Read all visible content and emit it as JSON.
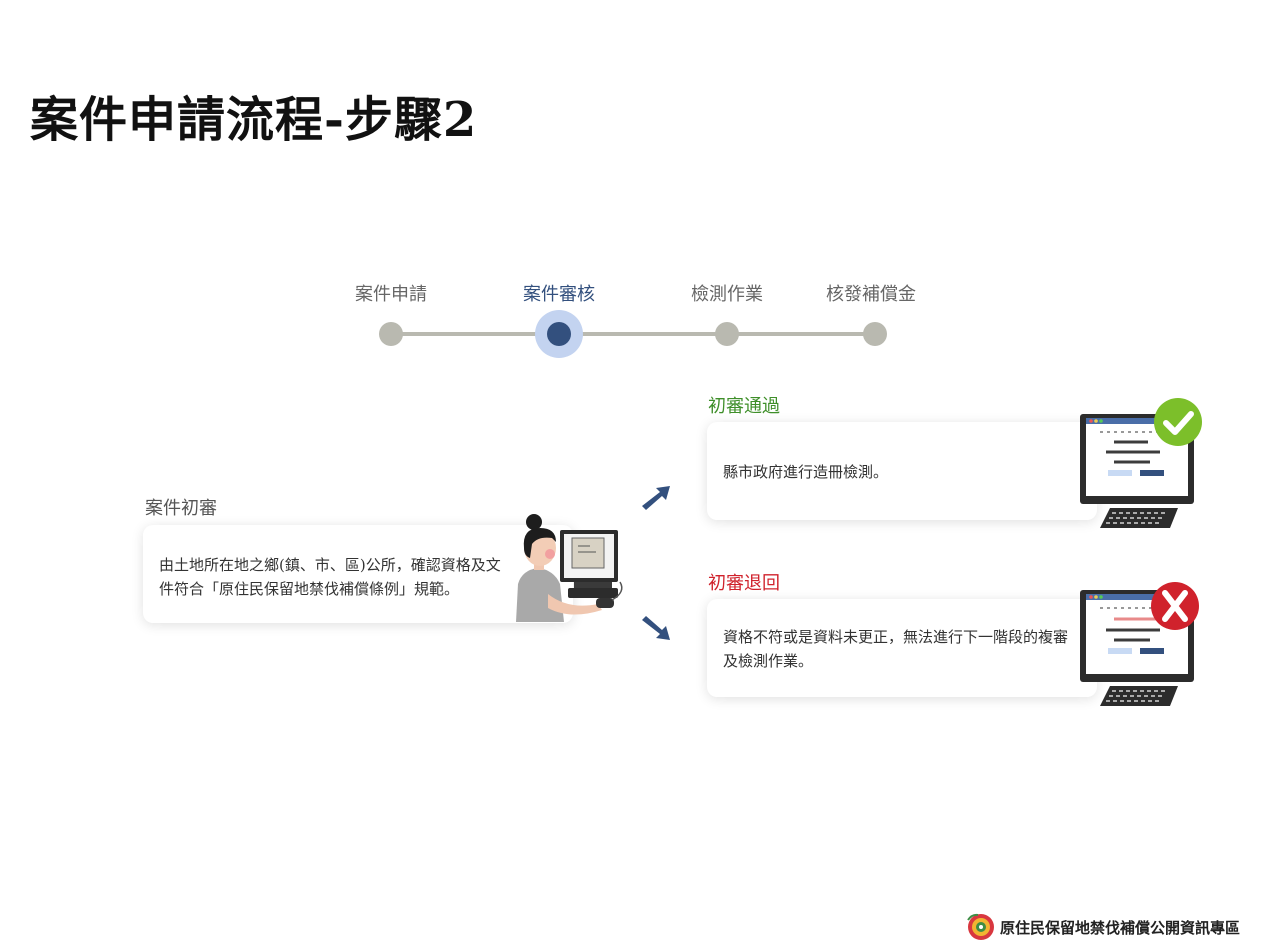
{
  "title": "案件申請流程-步驟2",
  "stepper": {
    "steps": [
      {
        "label": "案件申請",
        "active": false
      },
      {
        "label": "案件審核",
        "active": true
      },
      {
        "label": "檢測作業",
        "active": false
      },
      {
        "label": "核發補償金",
        "active": false
      }
    ]
  },
  "initial_review": {
    "heading": "案件初審",
    "body": "由土地所在地之鄉(鎮、市、區)公所，確認資格及文件符合「原住民保留地禁伐補償條例」規範。"
  },
  "pass": {
    "heading": "初審通過",
    "body": "縣市政府進行造冊檢測。",
    "color": "#3f8f2a",
    "icon": "check-icon"
  },
  "reject": {
    "heading": "初審退回",
    "body": "資格不符或是資料未更正，無法進行下一階段的複審及檢測作業。",
    "color": "#d0222c",
    "icon": "cross-icon"
  },
  "colors": {
    "accent": "#33507e",
    "step_inactive": "#b9b9b0",
    "step_active_ring": "#c3d3f0"
  },
  "footer": {
    "text": "原住民保留地禁伐補償公開資訊專區"
  }
}
